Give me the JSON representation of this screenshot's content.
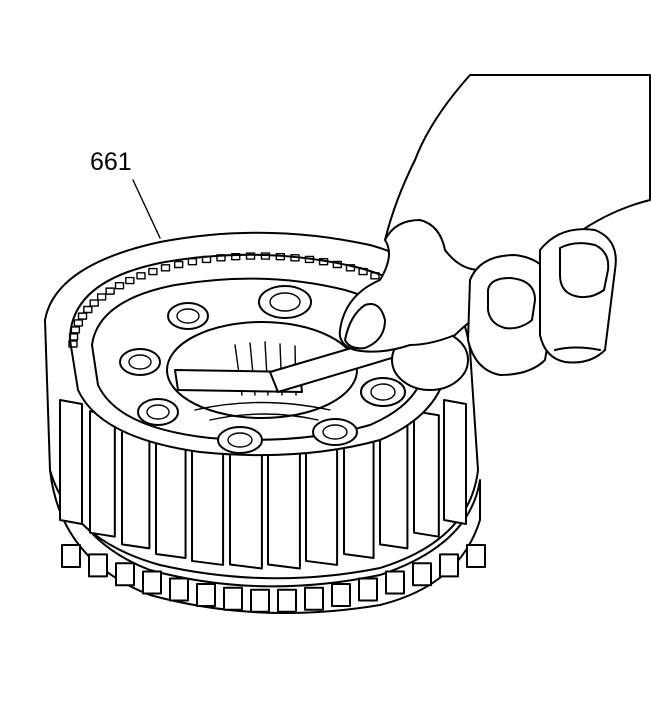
{
  "callout": {
    "label": "661"
  },
  "colors": {
    "line": "#000000",
    "background": "#ffffff"
  },
  "parts": {
    "clutch_drum": "clutch-drum",
    "snap_ring": "snap-ring",
    "screwdriver": "screwdriver-tool",
    "hand": "hand"
  }
}
